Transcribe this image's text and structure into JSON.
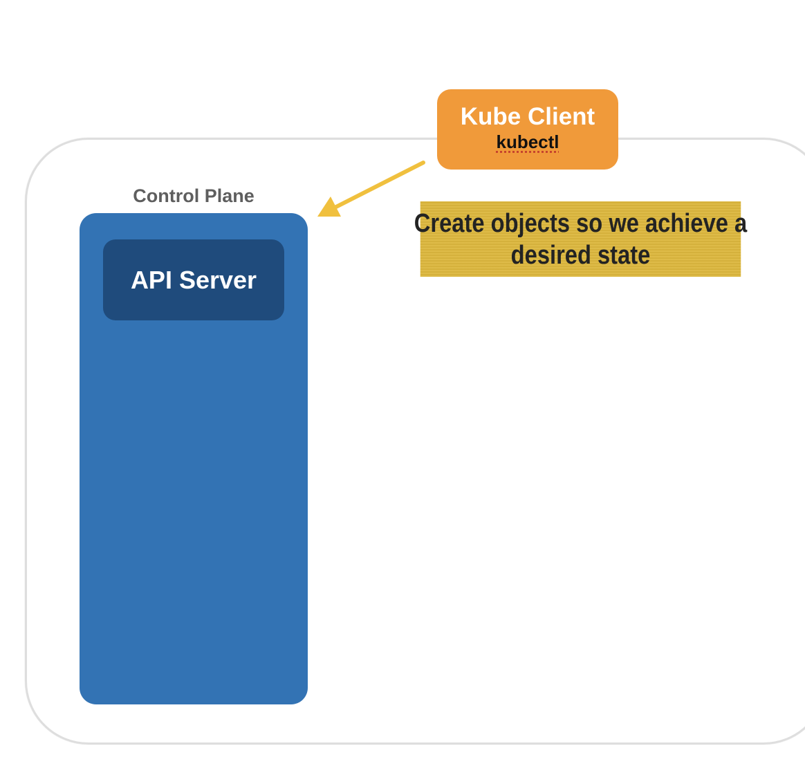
{
  "diagram": {
    "control_plane": {
      "label": "Control Plane",
      "components": [
        {
          "label": "API Server"
        }
      ]
    },
    "kube_client": {
      "title": "Kube Client",
      "subtitle": "kubectl"
    },
    "note": {
      "text": "Create objects so we achieve a desired state"
    },
    "edges": [
      {
        "from": "Kube Client",
        "to": "Control Plane"
      }
    ],
    "colors": {
      "control_plane": "#3373b4",
      "api_server": "#1f4b7c",
      "kube_client": "#f09a3a",
      "arrow": "#f0c03e",
      "note": "#dcb73e",
      "boundary": "#dedede"
    }
  }
}
